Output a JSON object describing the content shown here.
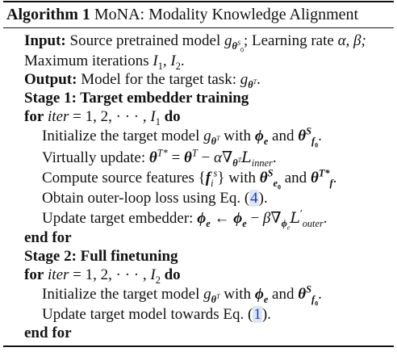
{
  "algorithm": {
    "label": "Algorithm 1",
    "title": "MoNA: Modality Knowledge Alignment"
  },
  "lines": {
    "input_kw": "Input:",
    "input_text1": "Source pretrained model",
    "input_text2": "; Learning rate",
    "input_cont": "Maximum iterations",
    "output_kw": "Output:",
    "output_text": "Model for the target task:",
    "stage1": "Stage 1: Target embedder training",
    "for_kw": "for",
    "do_kw": "do",
    "init_text1": "Initialize the target model",
    "init_with": "with",
    "init_and": "and",
    "vu_text": "Virtually update:",
    "csf_text1": "Compute source features",
    "csf_with": "with",
    "csf_and": "and",
    "obtain_text": "Obtain outer-loop loss using Eq.",
    "obtain_ref": "4",
    "ute_text": "Update target embedder:",
    "endfor": "end for",
    "stage2": "Stage 2: Full finetuning",
    "init2_text1": "Initialize the target model",
    "init2_with": "with",
    "init2_and": "and",
    "utm_text": "Update target model towards Eq.",
    "utm_ref": "1",
    "endfor2": "end for"
  }
}
